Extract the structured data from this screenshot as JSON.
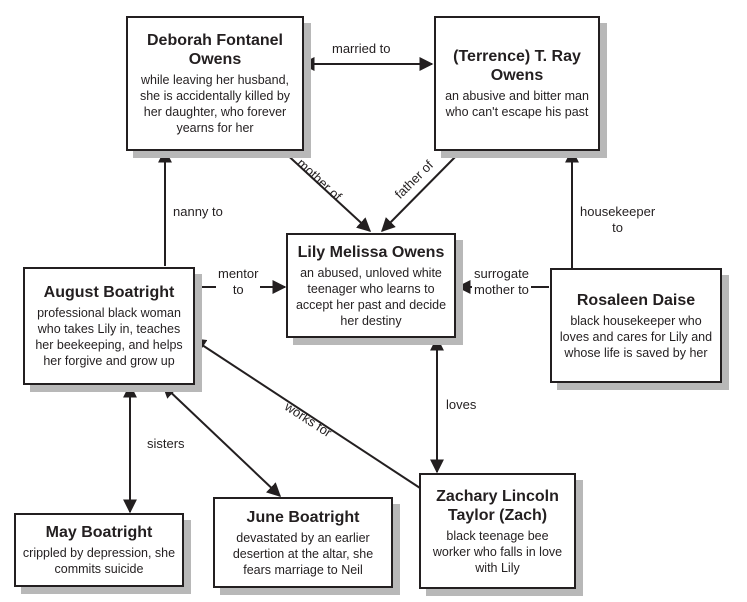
{
  "nodes": {
    "deborah": {
      "name": "Deborah Fontanel Owens",
      "desc": "while leaving her husband, she is accidentally killed by her daughter, who forever yearns for her"
    },
    "ray": {
      "name": "(Terrence) T. Ray Owens",
      "desc": "an abusive and bitter man who can't escape his past"
    },
    "lily": {
      "name": "Lily Melissa Owens",
      "desc": "an abused, unloved white teenager who learns to accept her past and decide her destiny"
    },
    "august": {
      "name": "August Boatright",
      "desc": "professional black woman who takes Lily in, teaches her beekeeping, and helps her forgive and grow up"
    },
    "rosaleen": {
      "name": "Rosaleen Daise",
      "desc": "black housekeeper who loves and cares for Lily and whose life is saved by her"
    },
    "may": {
      "name": "May Boatright",
      "desc": "crippled by depression, she commits suicide"
    },
    "june": {
      "name": "June Boatright",
      "desc": "devastated by an earlier desertion at the altar, she fears marriage to Neil"
    },
    "zach": {
      "name": "Zachary Lincoln Taylor (Zach)",
      "desc": "black teenage bee worker who falls in love with Lily"
    }
  },
  "edges": {
    "married_to": "married to",
    "mother_of": "mother of",
    "father_of": "father of",
    "nanny_to": "nanny to",
    "housekeeper_to": "housekeeper\nto",
    "mentor_to": "mentor\nto",
    "surrogate_mother_to": "surrogate\nmother to",
    "loves": "loves",
    "sisters": "sisters",
    "works_for": "works for"
  },
  "colors": {
    "line": "#231f20",
    "shadow": "#b8b8b8"
  }
}
